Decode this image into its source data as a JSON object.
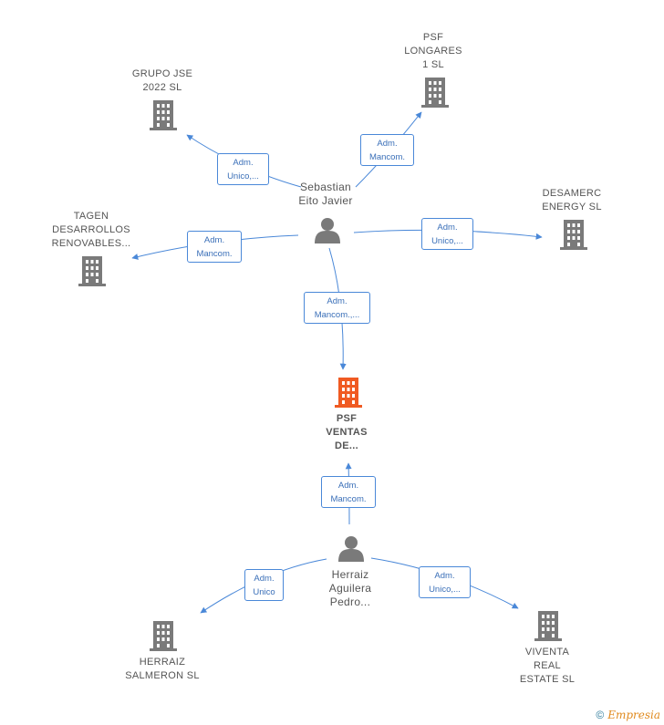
{
  "nodes": {
    "grupo_jse": "GRUPO JSE\n2022  SL",
    "psf_longares": "PSF\nLONGARES\n1  SL",
    "tagen": "TAGEN\nDESARROLLOS\nRENOVABLES...",
    "desamerc": "DESAMERC\nENERGY  SL",
    "psf_ventas": "PSF\nVENTAS\nDE...",
    "herraiz_salmeron": "HERRAIZ\nSALMERON  SL",
    "viventa": "VIVENTA\nREAL\nESTATE  SL",
    "sebastian": "Sebastian\nEito Javier",
    "herraiz_aguilera": "Herraiz\nAguilera\nPedro..."
  },
  "edges": {
    "seb_grupo": "Adm.\nUnico,...",
    "seb_longares": "Adm.\nMancom.",
    "seb_tagen": "Adm.\nMancom.",
    "seb_desamerc": "Adm.\nUnico,...",
    "seb_ventas": "Adm.\nMancom.,...",
    "herr_ventas": "Adm.\nMancom.",
    "herr_salmeron": "Adm.\nUnico",
    "herr_viventa": "Adm.\nUnico,..."
  },
  "footer": {
    "copyright": "©",
    "brand": "Empresia"
  },
  "colors": {
    "building": "#7a7a7a",
    "main_building": "#f05a22",
    "person": "#7a7a7a",
    "edge": "#4a88d8"
  }
}
